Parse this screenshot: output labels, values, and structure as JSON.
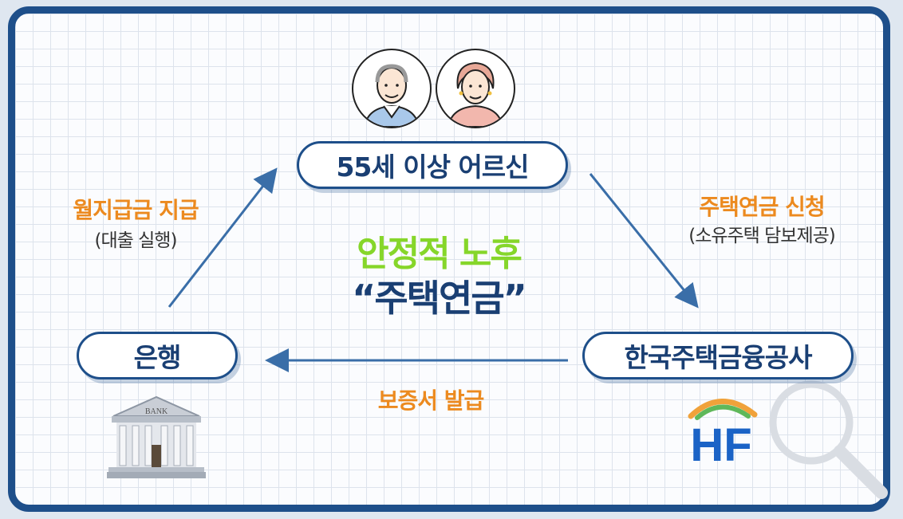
{
  "nodes": {
    "elder": "55세 이상 어르신",
    "bank": "은행",
    "hf_corp": "한국주택금융공사"
  },
  "edges": {
    "apply_title": "주택연금 신청",
    "apply_sub": "(소유주택 담보제공)",
    "guarantee_title": "보증서 발급",
    "payment_title": "월지급금 지급",
    "payment_sub": "(대출 실행)"
  },
  "center": {
    "headline": "안정적 노후",
    "product": "“주택연금”"
  },
  "bank_icon": {
    "sign": "BANK"
  },
  "hf_logo": {
    "text": "HF"
  },
  "icons": [
    "elderly-man-icon",
    "elderly-woman-icon",
    "bank-building-icon",
    "hf-logo-icon",
    "magnifier-icon"
  ],
  "colors": {
    "frame": "#1e4f8a",
    "accent_orange": "#ec8a1f",
    "accent_green": "#86d62a",
    "text_navy": "#1a3f73"
  }
}
